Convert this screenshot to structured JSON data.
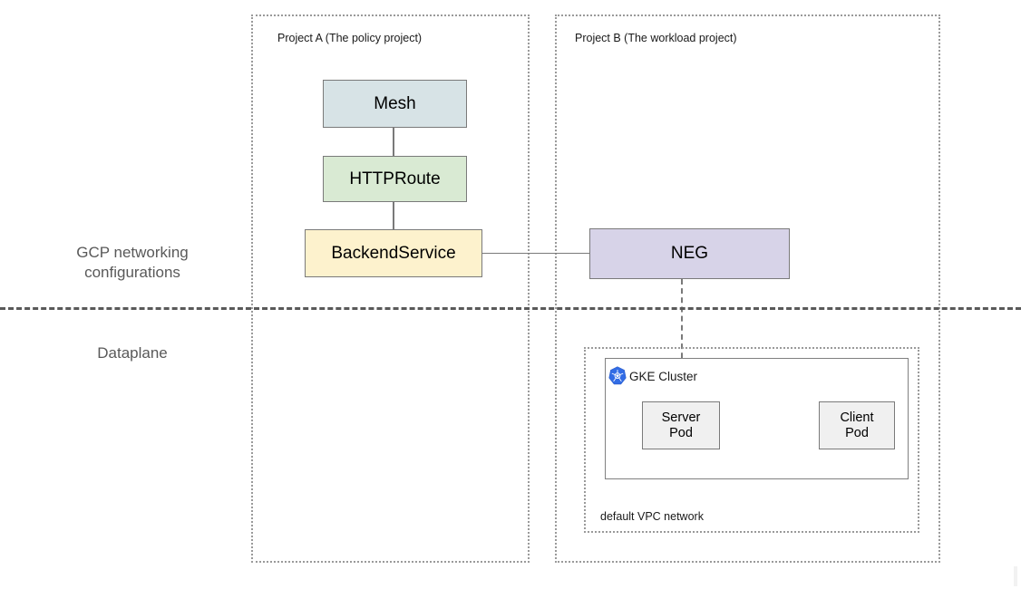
{
  "diagram": {
    "title_absent": true,
    "side_labels": [
      {
        "id": "gcp-networking",
        "text": "GCP networking\nconfigurations",
        "font_size": 17
      },
      {
        "id": "dataplane",
        "text": "Dataplane",
        "font_size": 17
      }
    ],
    "projects": [
      {
        "id": "project-a",
        "label": "Project A (The policy project)"
      },
      {
        "id": "project-b",
        "label": "Project B (The workload project)"
      }
    ],
    "vpc": {
      "label": "default VPC network"
    },
    "cluster": {
      "label": "GKE Cluster",
      "icon": "kubernetes-icon"
    },
    "nodes": [
      {
        "id": "mesh",
        "label": "Mesh",
        "color": "#d7e3e6",
        "font_size": 19
      },
      {
        "id": "httproute",
        "label": "HTTPRoute",
        "color": "#d9ead3",
        "font_size": 19
      },
      {
        "id": "backendservice",
        "label": "BackendService",
        "color": "#fdf2cd",
        "font_size": 19
      },
      {
        "id": "neg",
        "label": "NEG",
        "color": "#d7d3e8",
        "font_size": 19
      },
      {
        "id": "server-pod",
        "label": "Server\nPod",
        "color": "#f0f0f0",
        "font_size": 14.5
      },
      {
        "id": "client-pod",
        "label": "Client\nPod",
        "color": "#f0f0f0",
        "font_size": 14.5
      }
    ],
    "edges": [
      {
        "id": "mesh-to-httproute",
        "from": "mesh",
        "to": "httproute",
        "style": "solid"
      },
      {
        "id": "httproute-to-backend",
        "from": "httproute",
        "to": "backendservice",
        "style": "solid"
      },
      {
        "id": "backend-to-neg",
        "from": "backendservice",
        "to": "neg",
        "style": "solid"
      },
      {
        "id": "neg-to-server-pod",
        "from": "neg",
        "to": "server-pod",
        "style": "dashed"
      }
    ],
    "divider": {
      "id": "plane-divider",
      "style": "dashed",
      "color": "#595959"
    },
    "colors": {
      "box_border": "#7a7a7a",
      "dotted_border": "#9a9a9a",
      "label_gray": "#595959",
      "kubernetes_blue": "#326ce5"
    }
  }
}
